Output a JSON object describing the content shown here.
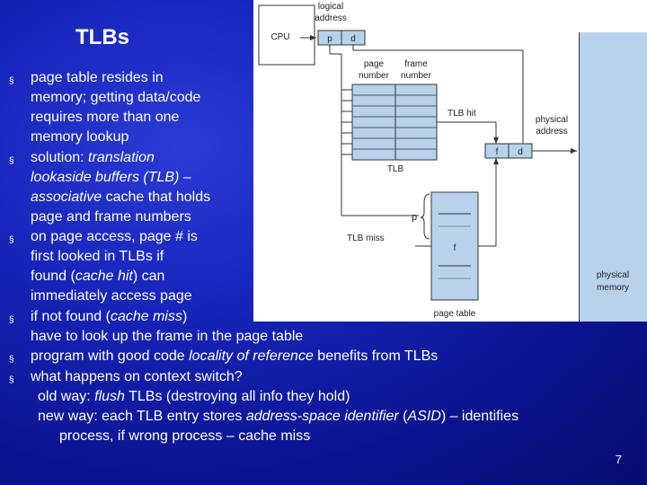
{
  "slide": {
    "title": "TLBs",
    "page_number": "7",
    "bullets": [
      {
        "lines": [
          [
            {
              "t": "page table resides in"
            }
          ],
          [
            {
              "t": "memory; getting data/code"
            }
          ],
          [
            {
              "t": "requires more than one"
            }
          ],
          [
            {
              "t": "memory lookup"
            }
          ]
        ]
      },
      {
        "lines": [
          [
            {
              "t": "solution: "
            },
            {
              "t": "translation",
              "i": true
            }
          ],
          [
            {
              "t": "lookaside buffers (TLB)",
              "i": true
            },
            {
              "t": " –"
            }
          ],
          [
            {
              "t": "associative",
              "i": true
            },
            {
              "t": " cache that holds"
            }
          ],
          [
            {
              "t": "page and frame numbers"
            }
          ]
        ]
      },
      {
        "lines": [
          [
            {
              "t": "on page access, page # is"
            }
          ],
          [
            {
              "t": "first looked in TLBs if"
            }
          ],
          [
            {
              "t": "found ("
            },
            {
              "t": "cache hit",
              "i": true
            },
            {
              "t": ") can"
            }
          ],
          [
            {
              "t": "immediately access page"
            }
          ]
        ]
      },
      {
        "lines": [
          [
            {
              "t": "if not found ("
            },
            {
              "t": "cache miss",
              "i": true
            },
            {
              "t": ")"
            }
          ],
          [
            {
              "t": "have to  look up the frame in the page table"
            }
          ]
        ]
      },
      {
        "lines": [
          [
            {
              "t": "program with good code "
            },
            {
              "t": "locality of reference",
              "i": true
            },
            {
              "t": " benefits from TLBs"
            }
          ]
        ]
      },
      {
        "lines": [
          [
            {
              "t": "what happens on context switch?"
            }
          ]
        ]
      }
    ],
    "sub_lines": [
      [
        {
          "t": "old way: "
        },
        {
          "t": "flush",
          "i": true
        },
        {
          "t": " TLBs (destroying all info they hold)"
        }
      ],
      [
        {
          "t": "new way: each TLB entry stores "
        },
        {
          "t": "address-space identifier",
          "i": true
        },
        {
          "t": " ("
        },
        {
          "t": "ASID",
          "i": true
        },
        {
          "t": ") – identifies"
        }
      ],
      [
        {
          "t": "process, if wrong process – cache miss"
        }
      ]
    ]
  },
  "diagram": {
    "cpu": "CPU",
    "logical_address": [
      "logical",
      "address"
    ],
    "p": "p",
    "d": "d",
    "f": "f",
    "page_number": [
      "page",
      "number"
    ],
    "frame_number": [
      "frame",
      "number"
    ],
    "tlb_hit": "TLB hit",
    "tlb": "TLB",
    "physical_address": [
      "physical",
      "address"
    ],
    "tlb_miss": "TLB miss",
    "page_table": "page table",
    "physical_memory": [
      "physical",
      "memory"
    ],
    "colors": {
      "box_fill": "#b8d2ec",
      "bg": "#ffffff",
      "line": "#333333"
    }
  }
}
